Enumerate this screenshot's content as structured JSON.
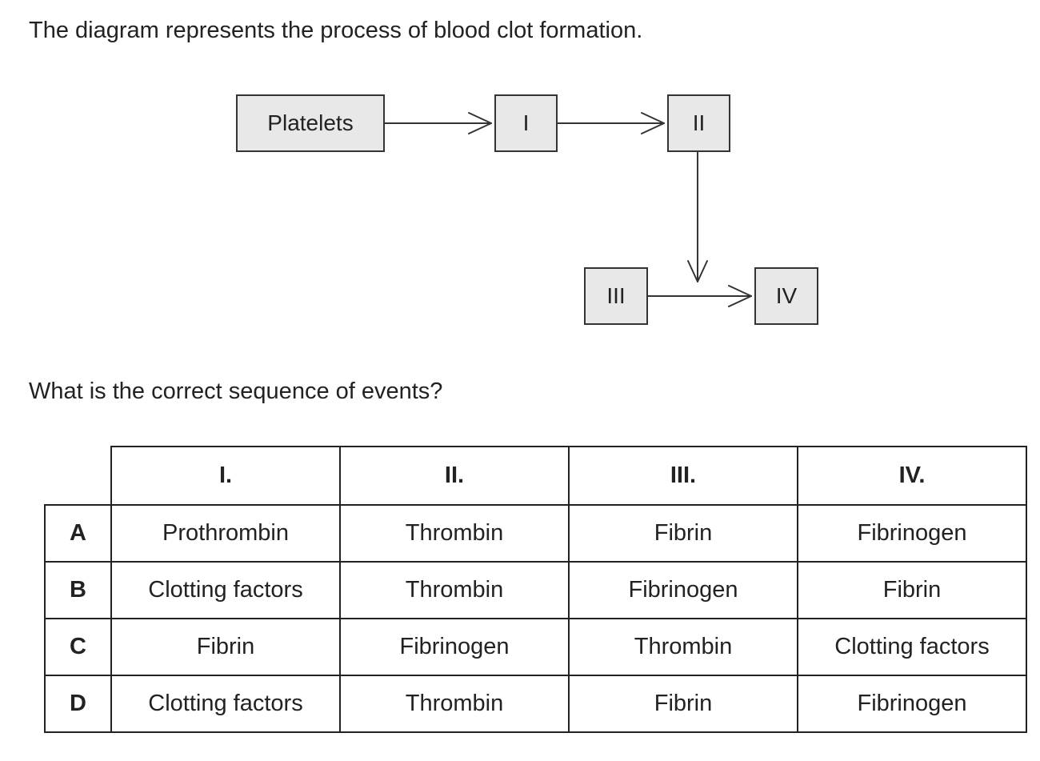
{
  "intro_text": "The diagram represents the process of blood clot formation.",
  "diagram": {
    "nodes": {
      "platelets": "Platelets",
      "n1": "I",
      "n2": "II",
      "n3": "III",
      "n4": "IV"
    },
    "edges": [
      {
        "from": "Platelets",
        "to": "I"
      },
      {
        "from": "I",
        "to": "II"
      },
      {
        "from": "II",
        "to": "III-IV link"
      },
      {
        "from": "III",
        "to": "IV"
      }
    ]
  },
  "question_text": "What is the correct sequence of events?",
  "table": {
    "headers": [
      "I.",
      "II.",
      "III.",
      "IV."
    ],
    "rows": [
      {
        "letter": "A",
        "cells": [
          "Prothrombin",
          "Thrombin",
          "Fibrin",
          "Fibrinogen"
        ]
      },
      {
        "letter": "B",
        "cells": [
          "Clotting factors",
          "Thrombin",
          "Fibrinogen",
          "Fibrin"
        ]
      },
      {
        "letter": "C",
        "cells": [
          "Fibrin",
          "Fibrinogen",
          "Thrombin",
          "Clotting factors"
        ]
      },
      {
        "letter": "D",
        "cells": [
          "Clotting factors",
          "Thrombin",
          "Fibrin",
          "Fibrinogen"
        ]
      }
    ]
  }
}
